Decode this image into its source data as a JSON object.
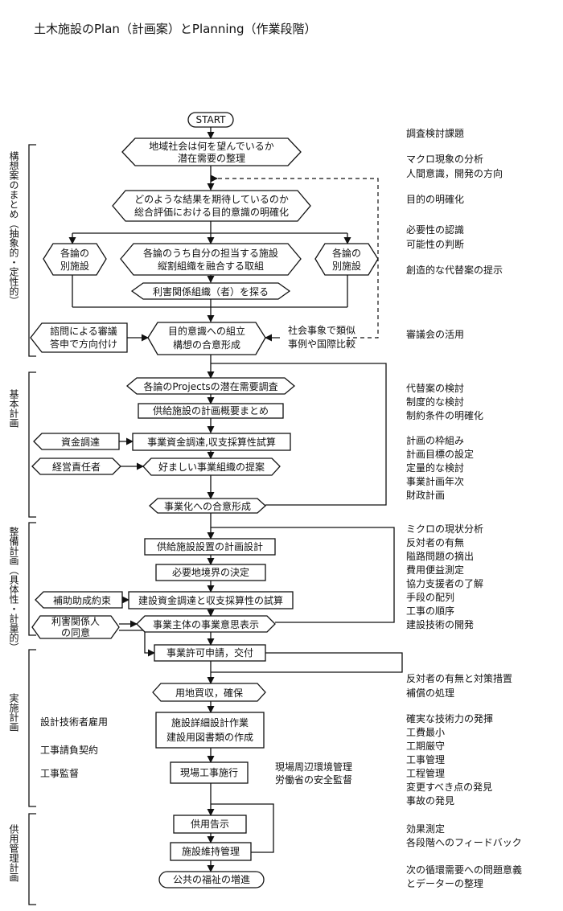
{
  "title": "土木施設のPlan（計画案）とPlanning（作業段階）",
  "nodes": {
    "start": "START",
    "regional_1": "地域社会は何を望んでいるか",
    "regional_2": "潜在需要の整理",
    "result_1": "どのような結果を期待しているのか",
    "result_2": "総合評価における目的意識の明確化",
    "each_left_1": "各論の",
    "each_left_2": "別施設",
    "combine_1": "各論のうち自分の担当する施設",
    "combine_2": "縦割組織を融合する取組",
    "each_right_1": "各論の",
    "each_right_2": "別施設",
    "stakeholder_org": "利害関係組織（者）を探る",
    "consult_1": "諮問による審議",
    "consult_2": "答申で方向付け",
    "purpose_1": "目的意識への組立",
    "purpose_2": "構想の合意形成",
    "social_1": "社会事象で類似",
    "social_2": "事例や国際比較",
    "potential_survey": "各論のProjectsの潜在需要調査",
    "supply_outline": "供給施設の計画概要まとめ",
    "funding": "資金調達",
    "project_funding": "事業資金調達,収支採算性試算",
    "manager": "経営責任者",
    "preferred_org": "好ましい事業組織の提案",
    "commercial_consensus": "事業化への合意形成",
    "supply_design": "供給施設設置の計画設計",
    "boundary": "必要地境界の決定",
    "subsidy": "補助助成約束",
    "construction_funding": "建設資金調達と収支採算性の試算",
    "stakeholder_person_1": "利害関係人",
    "stakeholder_person_2": "の同意",
    "intention": "事業主体の事業意思表示",
    "permit": "事業許可申請，交付",
    "land": "用地買収，確保",
    "detail_design_1": "施設詳細設計作業",
    "detail_design_2": "建設用図書類の作成",
    "construction": "現場工事施行",
    "opening": "供用告示",
    "maintenance": "施設維持管理",
    "welfare": "公共の福祉の増進"
  },
  "annotations": {
    "engineer_hire": "設計技術者雇用",
    "contract": "工事請負契約",
    "supervision": "工事監督",
    "env_1": "現場周辺環境管理",
    "env_2": "労働省の安全監督"
  },
  "phases": {
    "concept": "構想案のまとめ（抽象的・定性的）",
    "basic": "基本計画",
    "maintenance_plan": "整備計画（具体性・計量的）",
    "implementation": "実施計画",
    "service": "供用管理計画"
  },
  "right_notes": {
    "survey": "調査検討課題",
    "macro_1": "マクロ現象の分析",
    "macro_2": "人間意識，開発の方向",
    "clarify": "目的の明確化",
    "need_1": "必要性の認識",
    "need_2": "可能性の判断",
    "creative": "創造的な代替案の提示",
    "council": "審議会の活用",
    "basic_1": "代替案の検討",
    "basic_2": "制度的な検討",
    "basic_3": "制約条件の明確化",
    "frame_1": "計画の枠組み",
    "frame_2": "計画目標の設定",
    "frame_3": "定量的な検討",
    "frame_4": "事業計画年次",
    "frame_5": "財政計画",
    "micro_1": "ミクロの現状分析",
    "micro_2": "反対者の有無",
    "micro_3": "隘路問題の摘出",
    "micro_4": "費用便益測定",
    "micro_5": "協力支援者の了解",
    "micro_6": "手段の配列",
    "micro_7": "工事の順序",
    "micro_8": "建設技術の開発",
    "impl_1": "反対者の有無と対策措置",
    "impl_2": "補償の処理",
    "tech_1": "確実な技術力の発揮",
    "tech_2": "工費最小",
    "tech_3": "工期厳守",
    "tech_4": "工事管理",
    "tech_5": "工程管理",
    "tech_6": "変更すべき点の発見",
    "tech_7": "事故の発見",
    "effect_1": "効果測定",
    "effect_2": "各段階へのフィードバック",
    "next_1": "次の循環需要への問題意義",
    "next_2": "とデーターの整理"
  }
}
